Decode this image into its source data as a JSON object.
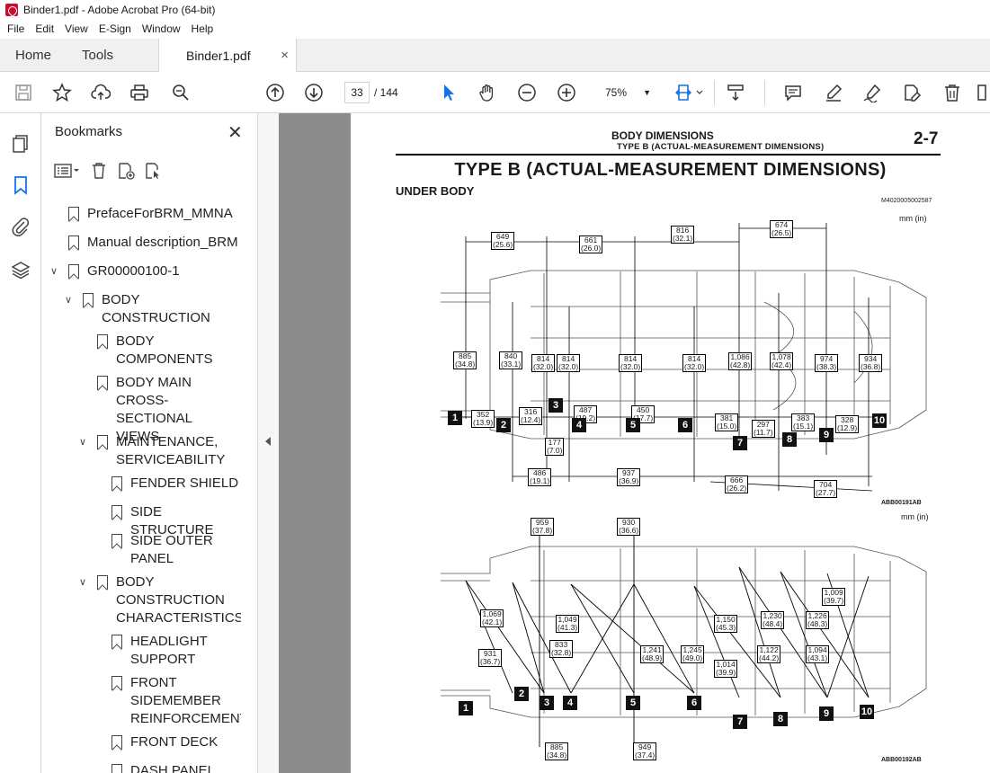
{
  "window": {
    "title": "Binder1.pdf - Adobe Acrobat Pro (64-bit)"
  },
  "menu": [
    "File",
    "Edit",
    "View",
    "E-Sign",
    "Window",
    "Help"
  ],
  "tabs": {
    "home": "Home",
    "tools": "Tools",
    "document": "Binder1.pdf",
    "close": "×"
  },
  "toolbar": {
    "page_current": "33",
    "page_total": "/ 144",
    "zoom": "75%"
  },
  "bookmarks": {
    "title": "Bookmarks",
    "close": "✕",
    "items": [
      {
        "label": "PrefaceForBRM_MMNA"
      },
      {
        "label": "Manual description_BRM"
      },
      {
        "label": "GR00000100-1"
      },
      {
        "label": "BODY\nCONSTRUCTION"
      },
      {
        "label": "BODY\nCOMPONENTS"
      },
      {
        "label": "BODY MAIN\nCROSS-SECTIONAL\nVIEWS"
      },
      {
        "label": "MAINTENANCE,\nSERVICEABILITY"
      },
      {
        "label": "FENDER SHIELD"
      },
      {
        "label": "SIDE STRUCTURE"
      },
      {
        "label": "SIDE OUTER\nPANEL"
      },
      {
        "label": "BODY\nCONSTRUCTION\nCHARACTERISTICS"
      },
      {
        "label": "HEADLIGHT\nSUPPORT"
      },
      {
        "label": "FRONT\nSIDEMEMBER\nREINFORCEMENT"
      },
      {
        "label": "FRONT DECK"
      },
      {
        "label": "DASH PANEL"
      }
    ]
  },
  "document": {
    "header_main": "BODY DIMENSIONS",
    "header_sub": "TYPE B (ACTUAL-MEASUREMENT DIMENSIONS)",
    "page_number": "2-7",
    "title": "TYPE B (ACTUAL-MEASUREMENT DIMENSIONS)",
    "subtitle": "UNDER BODY",
    "code": "M4020005002587",
    "unit": "mm (in)",
    "fig1_id": "ABB00191AB",
    "fig2_id": "ABB00192AB",
    "fig1_dims": [
      "649\n(25.6)",
      "661\n(26.0)",
      "816\n(32.1)",
      "674\n(26.5)",
      "885\n(34.8)",
      "840\n(33.1)",
      "814\n(32.0)",
      "814\n(32.0)",
      "814\n(32.0)",
      "814\n(32.0)",
      "1,086\n(42.8)",
      "1,078\n(42.4)",
      "974\n(38.3)",
      "934\n(36.8)",
      "352\n(13.9)",
      "316\n(12.4)",
      "487\n(19.2)",
      "450\n(17.7)",
      "381\n(15.0)",
      "297\n(11.7)",
      "383\n(15.1)",
      "328\n(12.9)",
      "177\n(7.0)",
      "486\n(19.1)",
      "937\n(36.9)",
      "666\n(26.2)",
      "704\n(27.7)"
    ],
    "fig2_dims": [
      "959\n(37.8)",
      "930\n(36.6)",
      "1,069\n(42.1)",
      "1,049\n(41.3)",
      "833\n(32.8)",
      "931\n(36.7)",
      "1,241\n(48.9)",
      "1,245\n(49.0)",
      "1,150\n(45.3)",
      "1,014\n(39.9)",
      "1,230\n(48.4)",
      "1,122\n(44.2)",
      "1,226\n(48.3)",
      "1,094\n(43.1)",
      "1,009\n(39.7)",
      "885\n(34.8)",
      "949\n(37.4)"
    ],
    "points": [
      "1",
      "2",
      "3",
      "4",
      "5",
      "6",
      "7",
      "8",
      "9",
      "10"
    ]
  }
}
